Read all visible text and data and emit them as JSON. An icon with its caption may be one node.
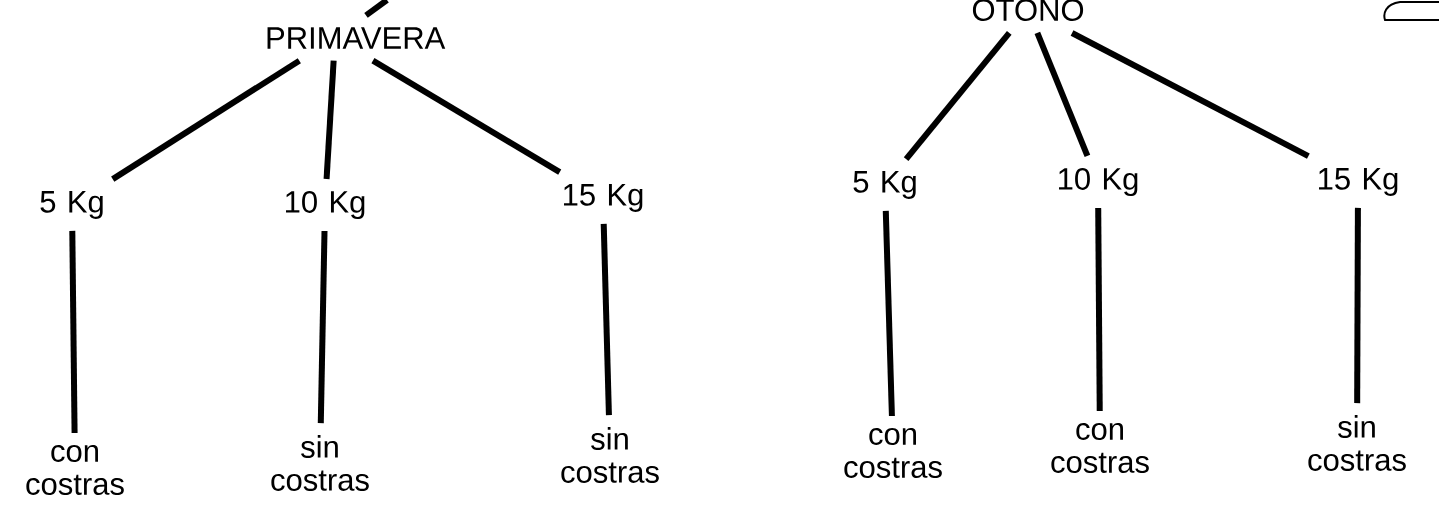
{
  "diagram": {
    "nodes": [
      {
        "text": [
          "PRIMAVERA"
        ]
      },
      {
        "text": [
          "5 Kg"
        ]
      },
      {
        "text": [
          "10 Kg"
        ]
      },
      {
        "text": [
          "15 Kg"
        ]
      },
      {
        "text": [
          "con costras"
        ]
      },
      {
        "text": [
          "sin costras"
        ]
      },
      {
        "text": [
          "sin costras"
        ]
      },
      {
        "text": [
          "OTONO"
        ]
      },
      {
        "text": [
          "5 Kg"
        ]
      },
      {
        "text": [
          "10 Kg"
        ]
      },
      {
        "text": [
          "15 Kg"
        ]
      },
      {
        "text": [
          "con costras"
        ]
      },
      {
        "text": [
          "con costras"
        ]
      },
      {
        "text": [
          "sin costras"
        ]
      }
    ],
    "edges": [
      {
        "from": null,
        "to": 0,
        "arrow": "none"
      },
      {
        "from": 0,
        "to": 1,
        "arrow": "none"
      },
      {
        "from": 0,
        "to": 2,
        "arrow": "none"
      },
      {
        "from": 0,
        "to": 3,
        "arrow": "none"
      },
      {
        "from": 1,
        "to": 4,
        "arrow": "none"
      },
      {
        "from": 2,
        "to": 5,
        "arrow": "none"
      },
      {
        "from": 3,
        "to": 6,
        "arrow": "none"
      },
      {
        "from": 7,
        "to": 8,
        "arrow": "none"
      },
      {
        "from": 7,
        "to": 9,
        "arrow": "none"
      },
      {
        "from": 7,
        "to": 10,
        "arrow": "none"
      },
      {
        "from": 8,
        "to": 11,
        "arrow": "none"
      },
      {
        "from": 9,
        "to": 12,
        "arrow": "none"
      },
      {
        "from": 10,
        "to": 13,
        "arrow": "none"
      }
    ]
  }
}
